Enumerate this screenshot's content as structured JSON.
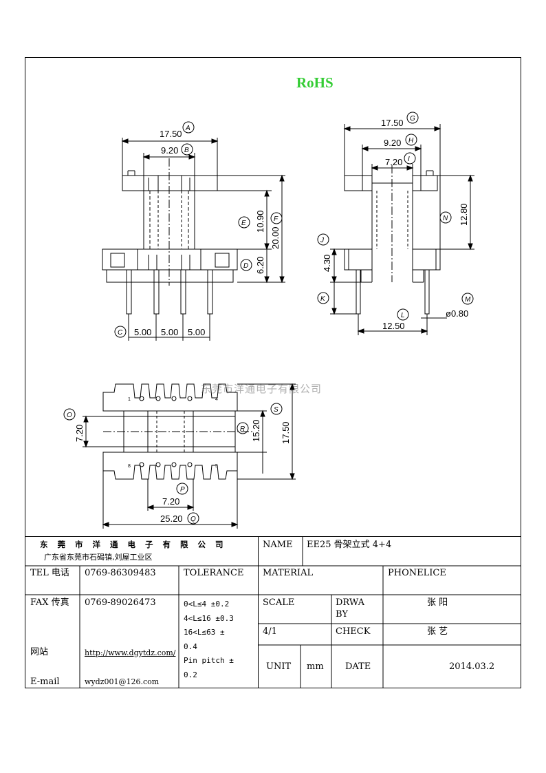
{
  "header": {
    "rohs": "RoHS"
  },
  "drawing": {
    "watermark": "东莞市洋通电子有限公司",
    "front_view": {
      "dim_a": "17.50",
      "tag_a": "A",
      "dim_b": "9.20",
      "tag_b": "B",
      "dim_e": "10.90",
      "tag_e": "E",
      "dim_f": "20.00",
      "tag_f": "F",
      "dim_d": "6.20",
      "tag_d": "D",
      "tag_c": "C",
      "pitch_1": "5.00",
      "pitch_2": "5.00",
      "pitch_3": "5.00"
    },
    "side_view": {
      "dim_g": "17.50",
      "tag_g": "G",
      "dim_h": "9.20",
      "tag_h": "H",
      "dim_i": "7.20",
      "tag_i": "I",
      "dim_n": "12.80",
      "tag_n": "N",
      "dim_j": "4.30",
      "tag_j": "J",
      "tag_k": "K",
      "dim_l": "12.50",
      "tag_l": "L",
      "dim_m": "ø0.80",
      "tag_m": "M"
    },
    "top_view": {
      "dim_o": "7.20",
      "tag_o": "O",
      "dim_r": "15.20",
      "tag_r": "R",
      "dim_s": "17.50",
      "tag_s": "S",
      "dim_p": "7.20",
      "tag_p": "P",
      "dim_q": "25.20",
      "tag_q": "Q",
      "pin_1": "1",
      "pin_4": "4",
      "pin_8": "8",
      "pin_5": "5"
    }
  },
  "title_block": {
    "company": "东 莞 市 洋 通 电 子 有 限 公 司",
    "address": "广东省东莞市石碣镇,刘屋工业区",
    "name_label": "NAME",
    "name_value": "EE25 骨架立式 4+4",
    "tel_label": "TEL 电话",
    "tel_value": "0769-86309483",
    "tolerance_label": "TOLERANCE",
    "material_label": "MATERIAL",
    "material_value": "PHONELICE",
    "fax_label": "FAX 传真",
    "fax_value": "0769-89026473",
    "tol_lines": [
      "0<L≤4  ±0.2",
      "4<L≤16 ±0.3",
      "16<L≤63 ±",
      "0.4",
      "Pin pitch ±",
      "0.2"
    ],
    "scale_label": "SCALE",
    "scale_value": "4/1",
    "drawn_label": "DRWA BY",
    "drawn_value": "张  阳",
    "check_label": "CHECK",
    "check_value": "张  艺",
    "web_label": "网站",
    "web_value": "http://www.dgytdz.com/",
    "email_label": "E-mail",
    "email_value": "wydz001@126.com",
    "unit_label": "UNIT",
    "unit_value": "mm",
    "date_label": "DATE",
    "date_value": "2014.03.2"
  }
}
